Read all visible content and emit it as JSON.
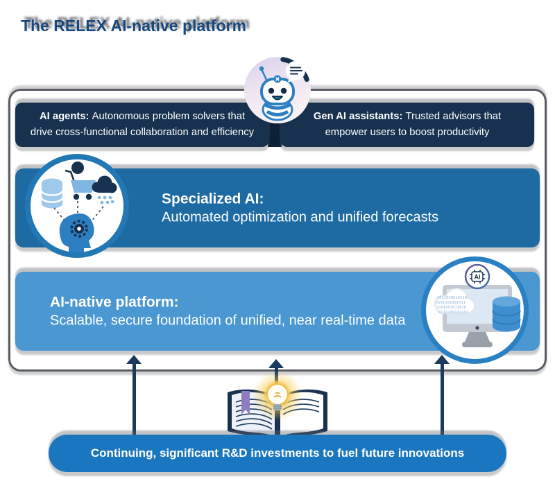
{
  "title": {
    "text": "The RELEX AI-native platform"
  },
  "top_row": {
    "ai_agents": {
      "label": "AI agents:",
      "line1": "Autonomous problem solvers that",
      "line2": "drive cross-functional collaboration and efficiency"
    },
    "gen_ai_assistants": {
      "label": "Gen AI assistants:",
      "line1": "Trusted advisors that",
      "line2": "empower users to boost productivity"
    }
  },
  "layers": {
    "specialized_ai": {
      "label": "Specialized AI:",
      "desc": "Automated optimization and unified forecasts"
    },
    "ai_native_platform": {
      "label": "AI-native platform:",
      "desc": "Scalable, secure foundation of unified, near real-time data"
    }
  },
  "footer": {
    "text": "Continuing, significant R&D investments to fuel future innovations"
  },
  "icons": {
    "robot": "robot-assistant-icon",
    "speech_bubble": "speech-bubble-icon",
    "database": "database-icon",
    "shopping_cart": "shopping-cart-icon",
    "rain_cloud": "weather-cloud-icon",
    "head_gear": "machine-learning-head-icon",
    "ai_chip": "ai-chip-icon",
    "ai_chip_label": "AI",
    "binary_cloud": "data-cloud-icon",
    "binary_rows": [
      "1011010010110",
      "0101101001011",
      "1101001011010",
      "0110100101101"
    ],
    "monitor": "computer-monitor-icon",
    "open_book": "open-book-icon",
    "lightbulb": "lightbulb-icon",
    "up_arrows": "up-arrow-icon"
  },
  "colors": {
    "title_blue": "#17497e",
    "navy_chip": "#17314f",
    "mid_blue_bar": "#1e6ba3",
    "light_blue_bar": "#4a97d2",
    "pill_blue": "#1b76c0",
    "frame_gray": "#595c64",
    "arrow_navy": "#1b3a5c",
    "text_white": "#ffffff"
  }
}
